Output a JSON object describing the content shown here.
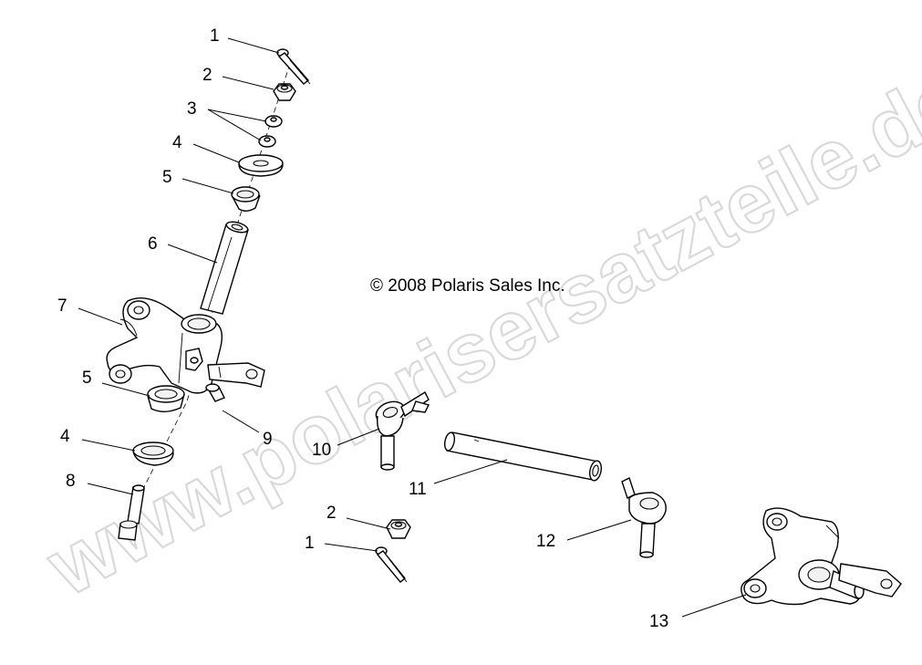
{
  "copyright": "© 2008 Polaris Sales Inc.",
  "watermark": "www.polarisersatzteile.de",
  "callouts": {
    "c1a": "1",
    "c2a": "2",
    "c3": "3",
    "c4a": "4",
    "c5a": "5",
    "c6": "6",
    "c7": "7",
    "c5b": "5",
    "c4b": "4",
    "c8": "8",
    "c9": "9",
    "c10": "10",
    "c11": "11",
    "c2b": "2",
    "c1b": "1",
    "c12": "12",
    "c13": "13"
  }
}
